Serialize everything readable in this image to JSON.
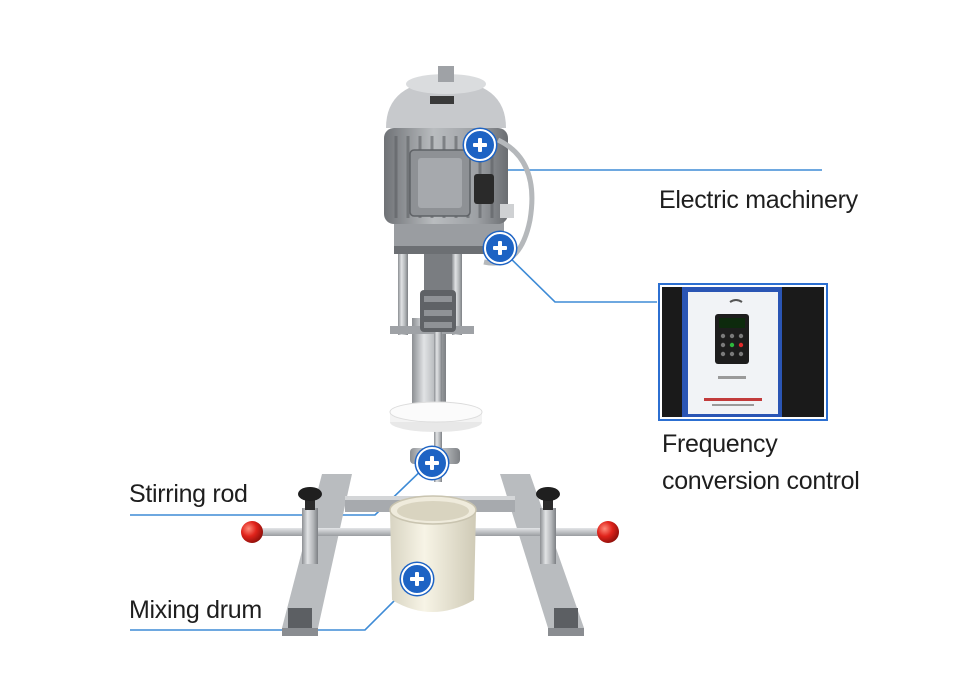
{
  "callouts": {
    "electric_machinery": "Electric machinery",
    "frequency_line1": "Frequency",
    "frequency_line2": "conversion control",
    "stirring_rod": "Stirring rod",
    "mixing_drum": "Mixing drum"
  },
  "colors": {
    "hotspot": "#1d63c4",
    "leader_line": "#3e8bd6",
    "inset_border": "#2c6fd1"
  },
  "icons": {
    "hotspot": "plus-circle-icon",
    "knob": "ball-knob-icon"
  }
}
